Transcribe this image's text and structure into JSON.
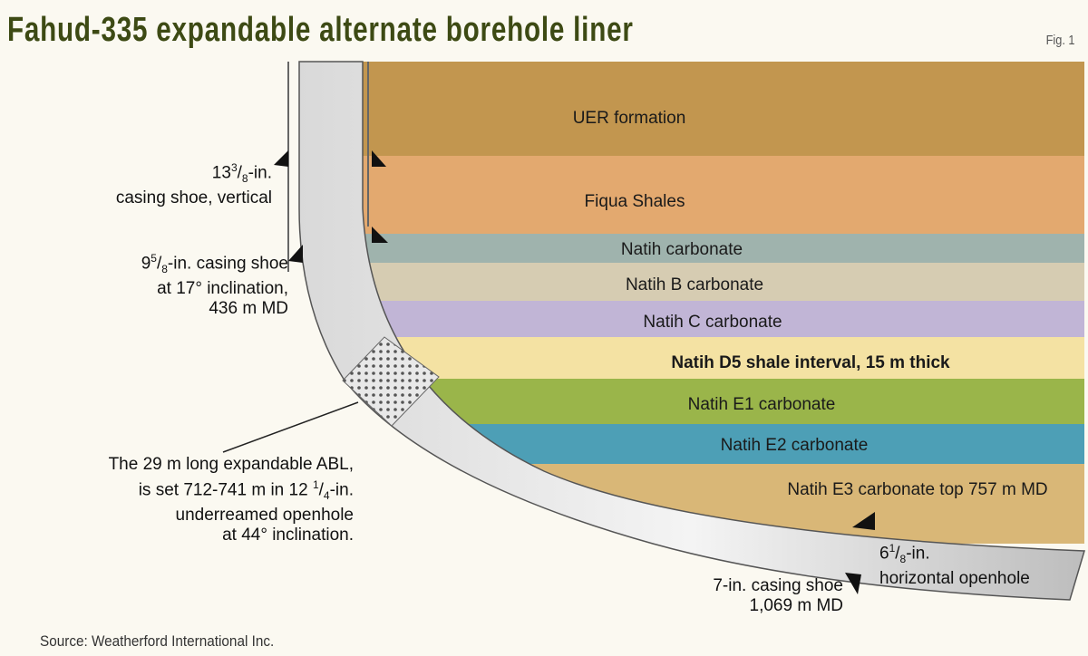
{
  "title": "Fahud-335 expandable alternate borehole liner",
  "figure_number": "Fig. 1",
  "source": "Source: Weatherford International Inc.",
  "layers": [
    {
      "name": "UER formation",
      "color": "#c2964f",
      "bold": false
    },
    {
      "name": "Fiqua Shales",
      "color": "#e3a96f",
      "bold": false
    },
    {
      "name": "Natih carbonate",
      "color": "#9fb3ad",
      "bold": false
    },
    {
      "name": "Natih B carbonate",
      "color": "#d6ccb2",
      "bold": false
    },
    {
      "name": "Natih C carbonate",
      "color": "#c1b5d6",
      "bold": false
    },
    {
      "name": "Natih D5 shale interval, 15 m thick",
      "color": "#f4e2a3",
      "bold": true
    },
    {
      "name": "Natih E1 carbonate",
      "color": "#9ab54a",
      "bold": false
    },
    {
      "name": "Natih E2 carbonate",
      "color": "#4d9fb6",
      "bold": false
    },
    {
      "name": "Natih E3 carbonate top 757 m MD",
      "color": "#d9b777",
      "bold": false
    }
  ],
  "annotations": {
    "casing_13": {
      "size_whole": "13",
      "size_num": "3",
      "size_den": "8",
      "line1_suffix": "-in.",
      "line2": "casing shoe, vertical"
    },
    "casing_9": {
      "size_whole": "9",
      "size_num": "5",
      "size_den": "8",
      "line1_suffix": "-in. casing shoe",
      "line2": "at 17° inclination,",
      "line3": "436 m MD"
    },
    "abl": {
      "line1": "The 29 m long expandable ABL,",
      "line2_prefix": "is set 712-741 m in 12",
      "size_num": "1",
      "size_den": "4",
      "line2_suffix": "-in.",
      "line3": "underreamed openhole",
      "line4": "at 44° inclination."
    },
    "casing_7": {
      "line1": "7-in. casing shoe",
      "line2": "1,069 m MD"
    },
    "openhole_6": {
      "size_whole": "6",
      "size_num": "1",
      "size_den": "8",
      "line1_suffix": "-in.",
      "line2": "horizontal openhole"
    }
  }
}
